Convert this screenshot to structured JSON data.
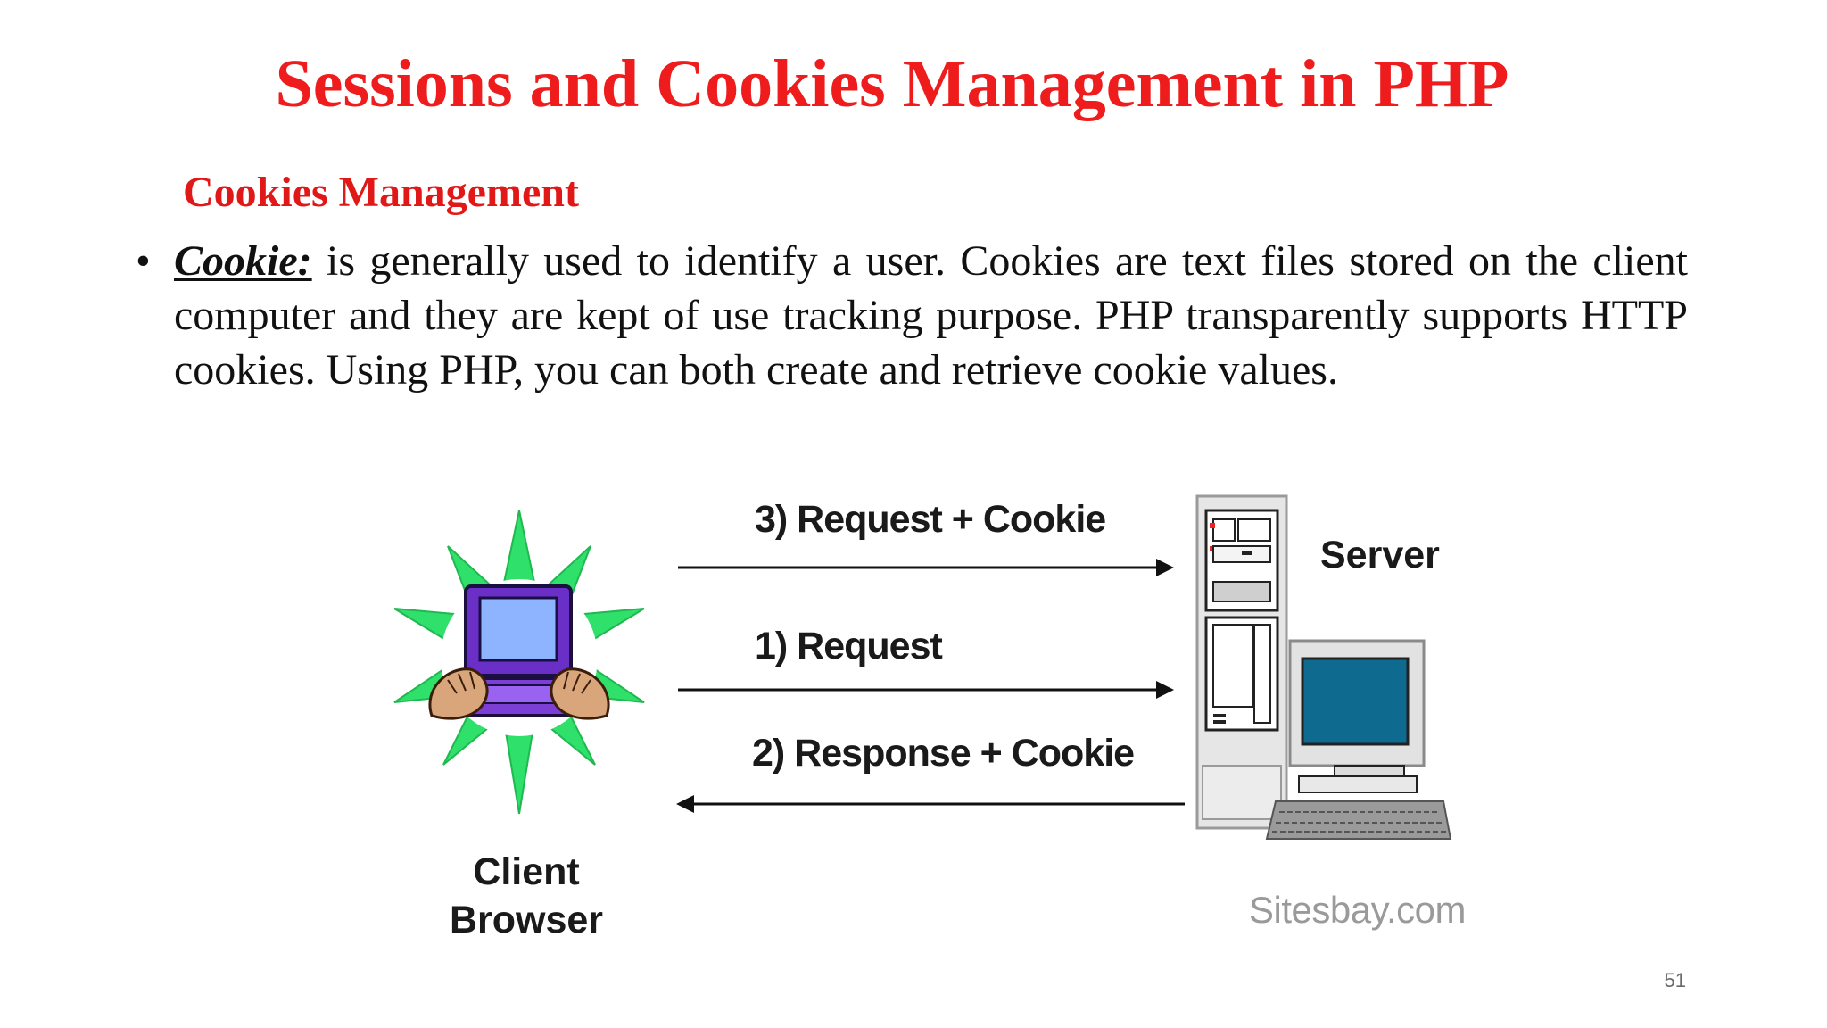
{
  "slide": {
    "title": "Sessions and Cookies Management in PHP",
    "subtitle": "Cookies Management",
    "bullet_marker": "•",
    "term": "Cookie:",
    "body": " is generally used to identify a user. Cookies are text files stored on the client computer and they are kept of use tracking purpose. PHP transparently supports HTTP cookies. Using PHP, you can both create and retrieve cookie values.",
    "page_number": "51"
  },
  "diagram": {
    "arrows": [
      {
        "label": "3) Request + Cookie",
        "direction": "right"
      },
      {
        "label": "1) Request",
        "direction": "right"
      },
      {
        "label": "2) Response + Cookie",
        "direction": "left"
      }
    ],
    "server_label": "Server",
    "client_label_line1": "Client",
    "client_label_line2": "Browser",
    "watermark": "Sitesbay.com",
    "icons": [
      "client-computer-icon",
      "server-computer-icon"
    ],
    "colors": {
      "starburst": "#2fe06a",
      "laptop": "#7b3fd6",
      "screen": "#8fb4ff",
      "monitor_screen": "#0e6a8e"
    }
  }
}
